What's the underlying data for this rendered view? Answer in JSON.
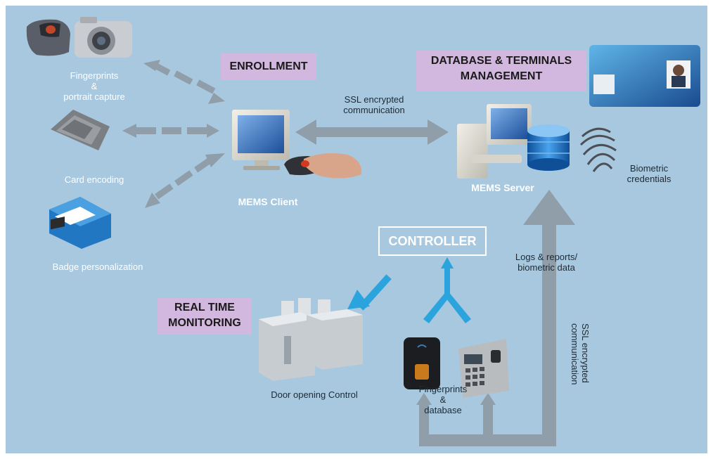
{
  "labels": {
    "enrollment": "ENROLLMENT",
    "database_mgmt": [
      "DATABASE & TERMINALS",
      "MANAGEMENT"
    ],
    "real_time_monitoring": [
      "REAL TIME",
      "MONITORING"
    ],
    "controller": "CONTROLLER",
    "fingerprints_portrait": [
      "Fingerprints",
      "&",
      "portrait capture"
    ],
    "card_encoding": "Card encoding",
    "badge_personalization": "Badge personalization",
    "mems_client": "MEMS Client",
    "mems_server": "MEMS Server",
    "ssl_top": [
      "SSL encrypted",
      "communication"
    ],
    "biometric_credentials": [
      "Biometric",
      "credentials"
    ],
    "logs_reports": [
      "Logs & reports/",
      "biometric data"
    ],
    "ssl_vertical": [
      "SSL encrypted",
      "communication"
    ],
    "door_opening": "Door opening Control",
    "fingerprints_database": [
      "Fingerprints",
      "&",
      "database"
    ]
  },
  "colors": {
    "background": "#a7c8de",
    "arrow_gray": "#8f9ea8",
    "arrow_blue": "#2ba3dc",
    "label_box": "#d2b8df"
  }
}
